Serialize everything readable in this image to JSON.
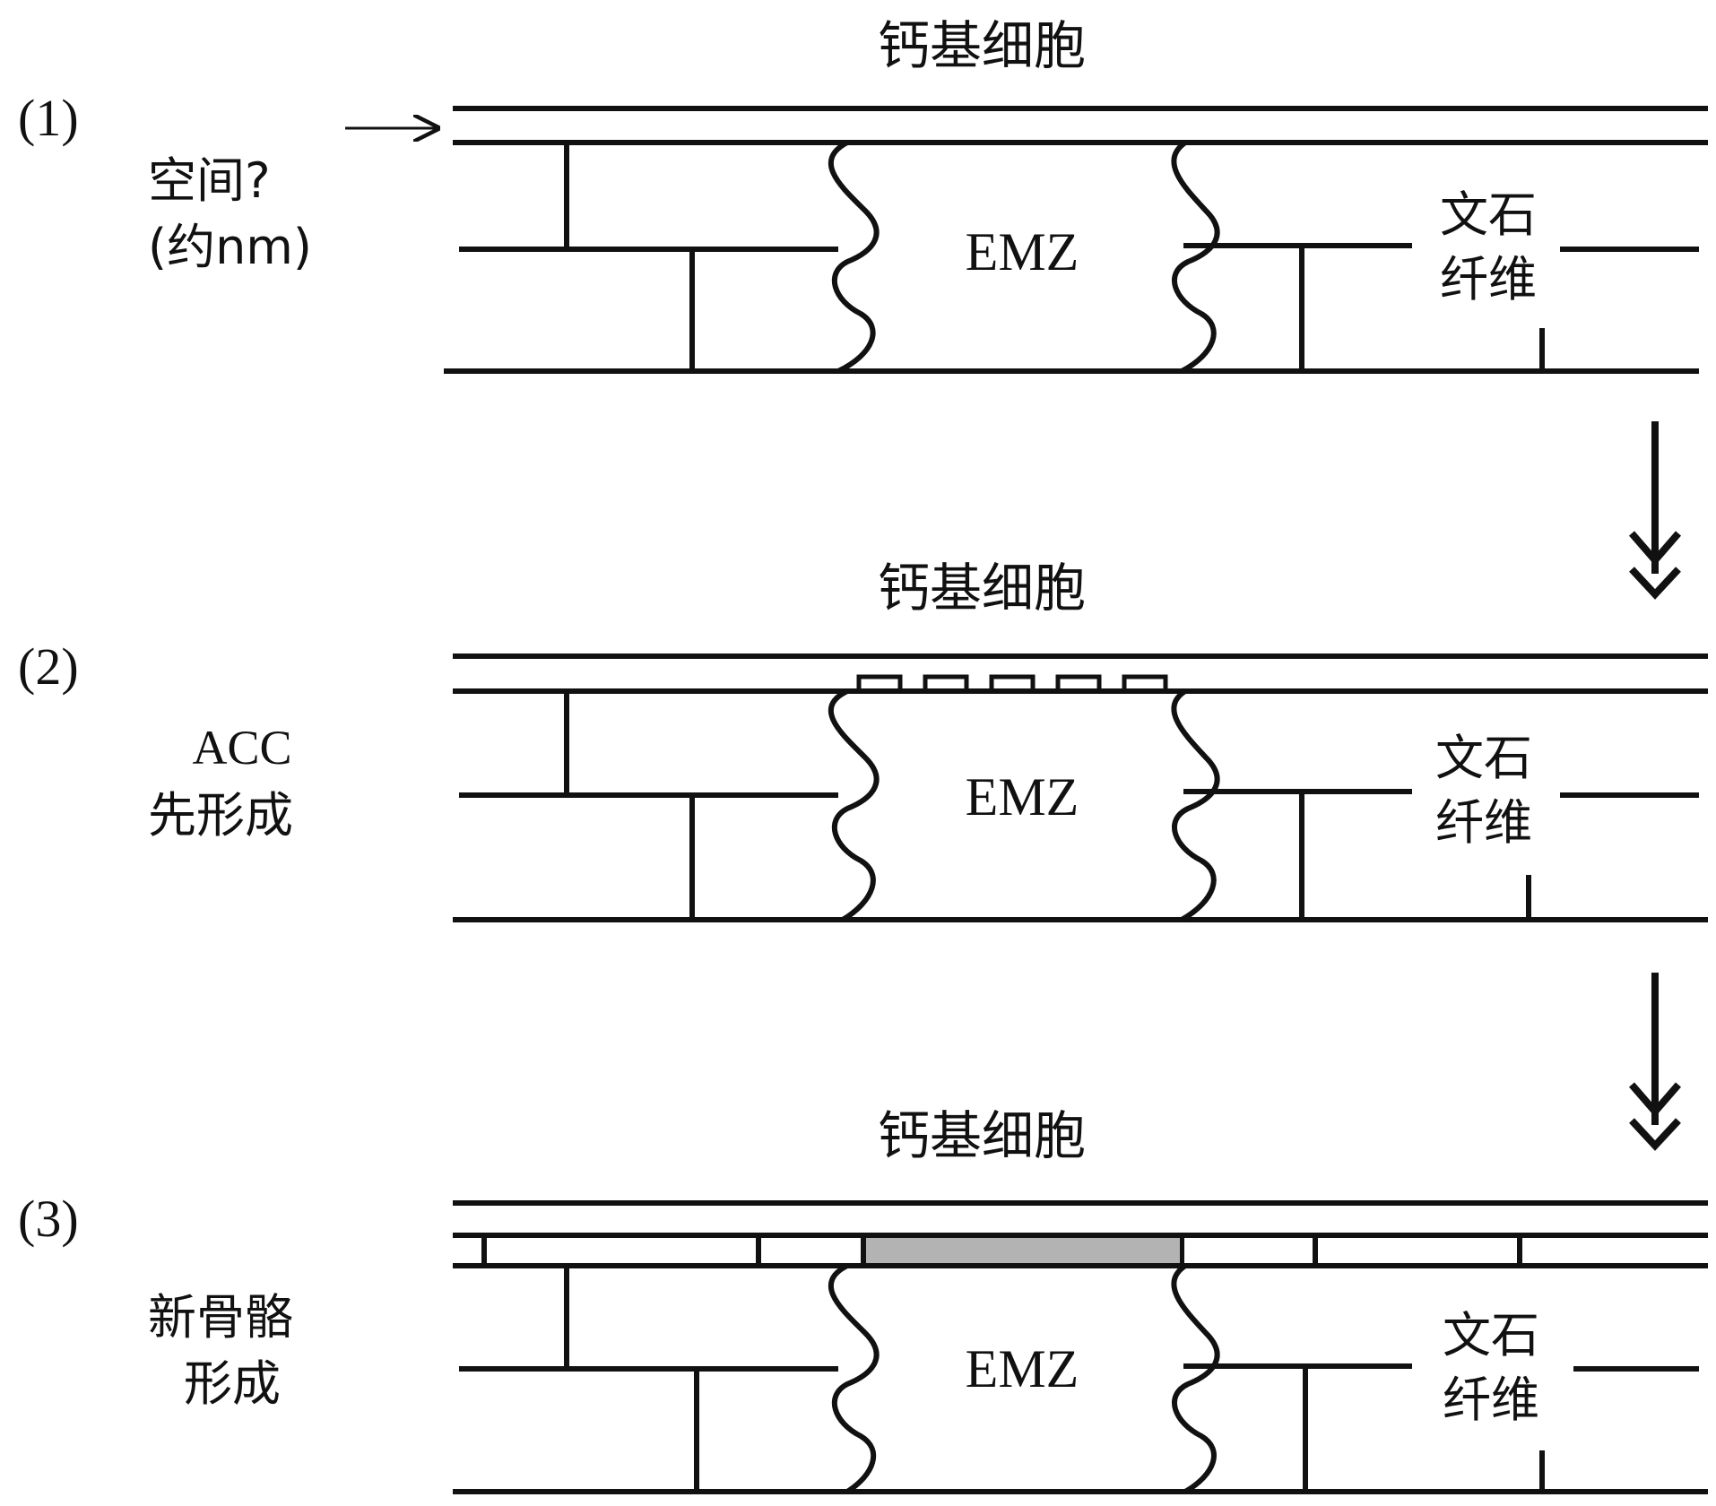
{
  "panels": [
    {
      "step": "(1)",
      "title": "钙基细胞",
      "side": [
        "空间?",
        "(约nm)"
      ],
      "zone": "EMZ",
      "fiber": [
        "文石",
        "纤维"
      ]
    },
    {
      "step": "(2)",
      "title": "钙基细胞",
      "side": [
        "ACC",
        "先形成"
      ],
      "zone": "EMZ",
      "fiber": [
        "文石",
        "纤维"
      ]
    },
    {
      "step": "(3)",
      "title": "钙基细胞",
      "side": [
        "新骨骼",
        "形成"
      ],
      "zone": "EMZ",
      "fiber": [
        "文石",
        "纤维"
      ]
    }
  ],
  "colors": {
    "line": "#111111",
    "new_skeleton_fill": "#b3b3b3"
  }
}
